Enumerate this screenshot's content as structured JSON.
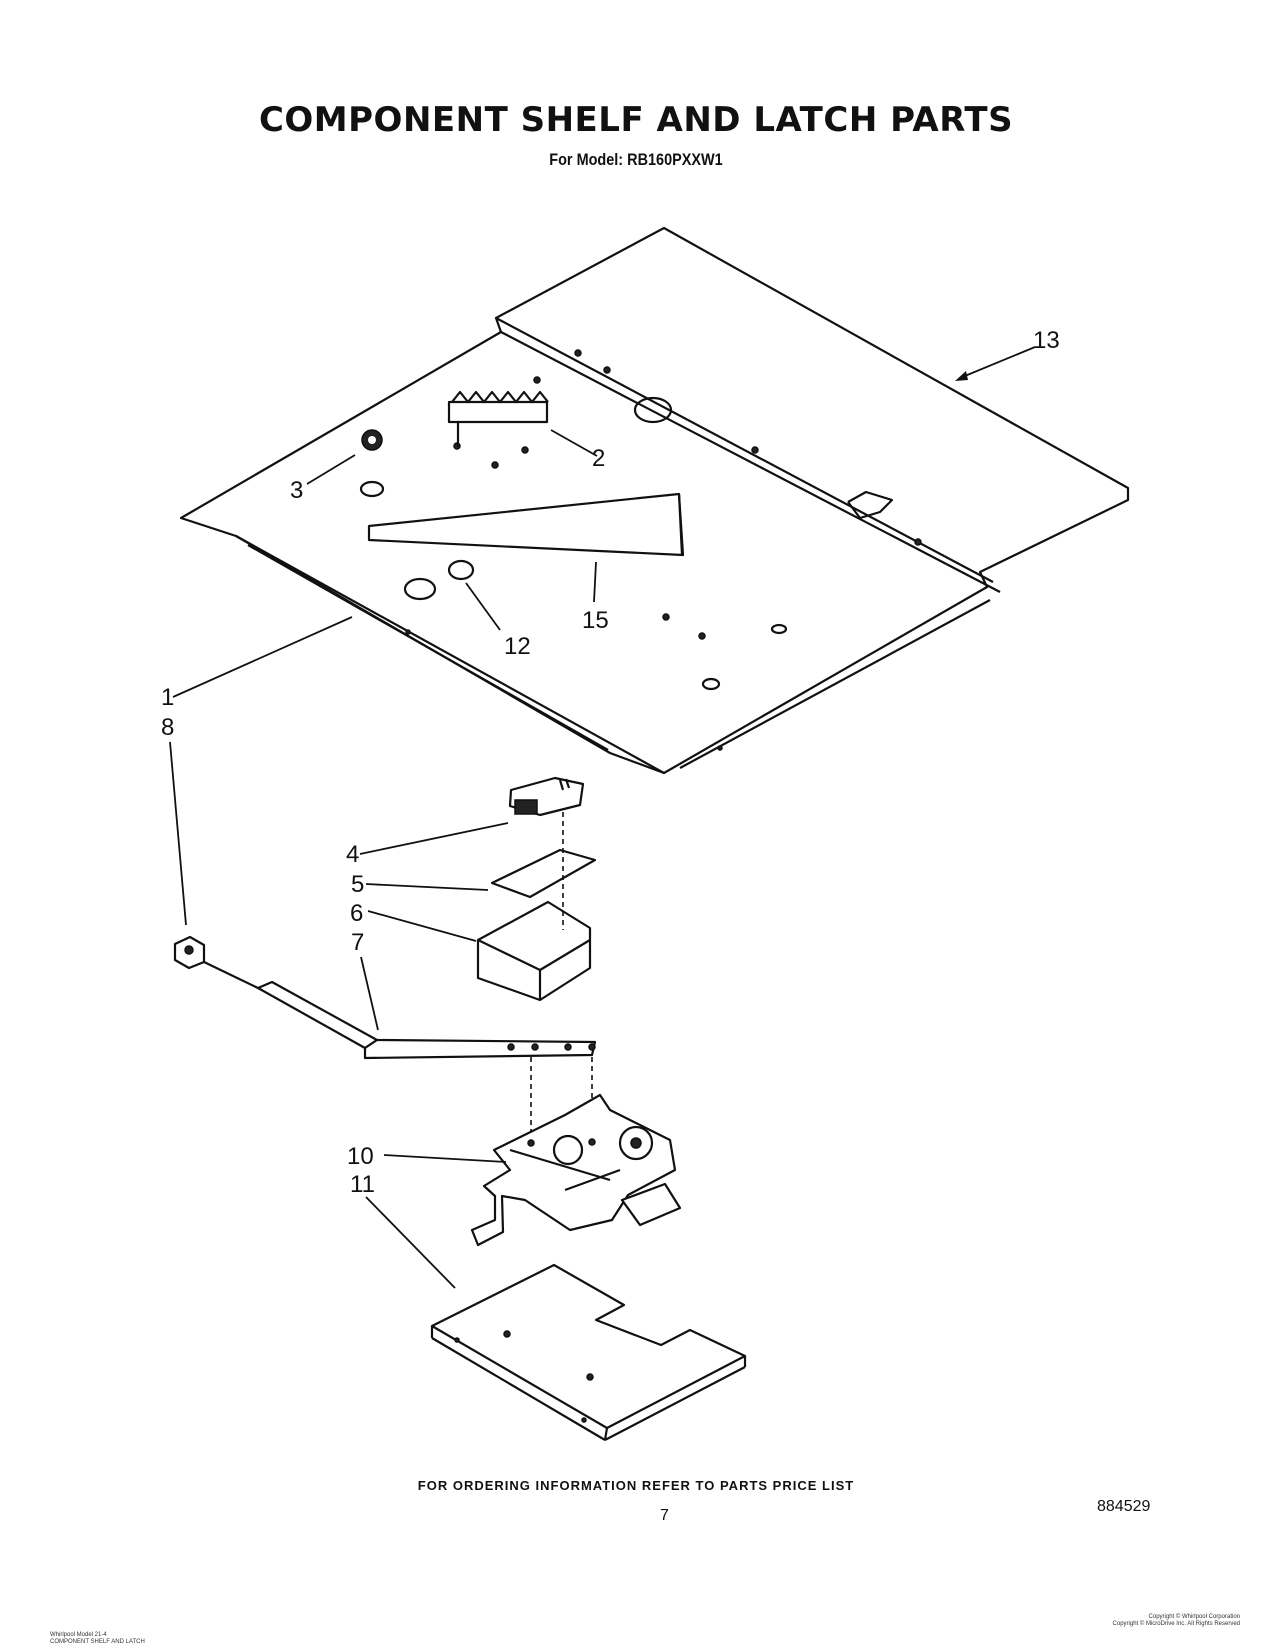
{
  "title": "COMPONENT SHELF AND LATCH PARTS",
  "subtitle": "For Model: RB160PXXW1",
  "footer_note": "FOR ORDERING INFORMATION REFER TO PARTS PRICE LIST",
  "page_number": "7",
  "diagram_number": "884529",
  "small_print_left": [
    "Whirlpool Model 21-4",
    "COMPONENT SHELF AND LATCH"
  ],
  "small_print_right": [
    "Copyright © Whirlpool Corporation",
    "Copyright © MicroDrive Inc. All Rights Reserved"
  ],
  "callouts": {
    "c13": "13",
    "c2": "2",
    "c3": "3",
    "c15": "15",
    "c12": "12",
    "c1": "1",
    "c8": "8",
    "c4": "4",
    "c5": "5",
    "c6": "6",
    "c7": "7",
    "c10": "10",
    "c11": "11"
  }
}
